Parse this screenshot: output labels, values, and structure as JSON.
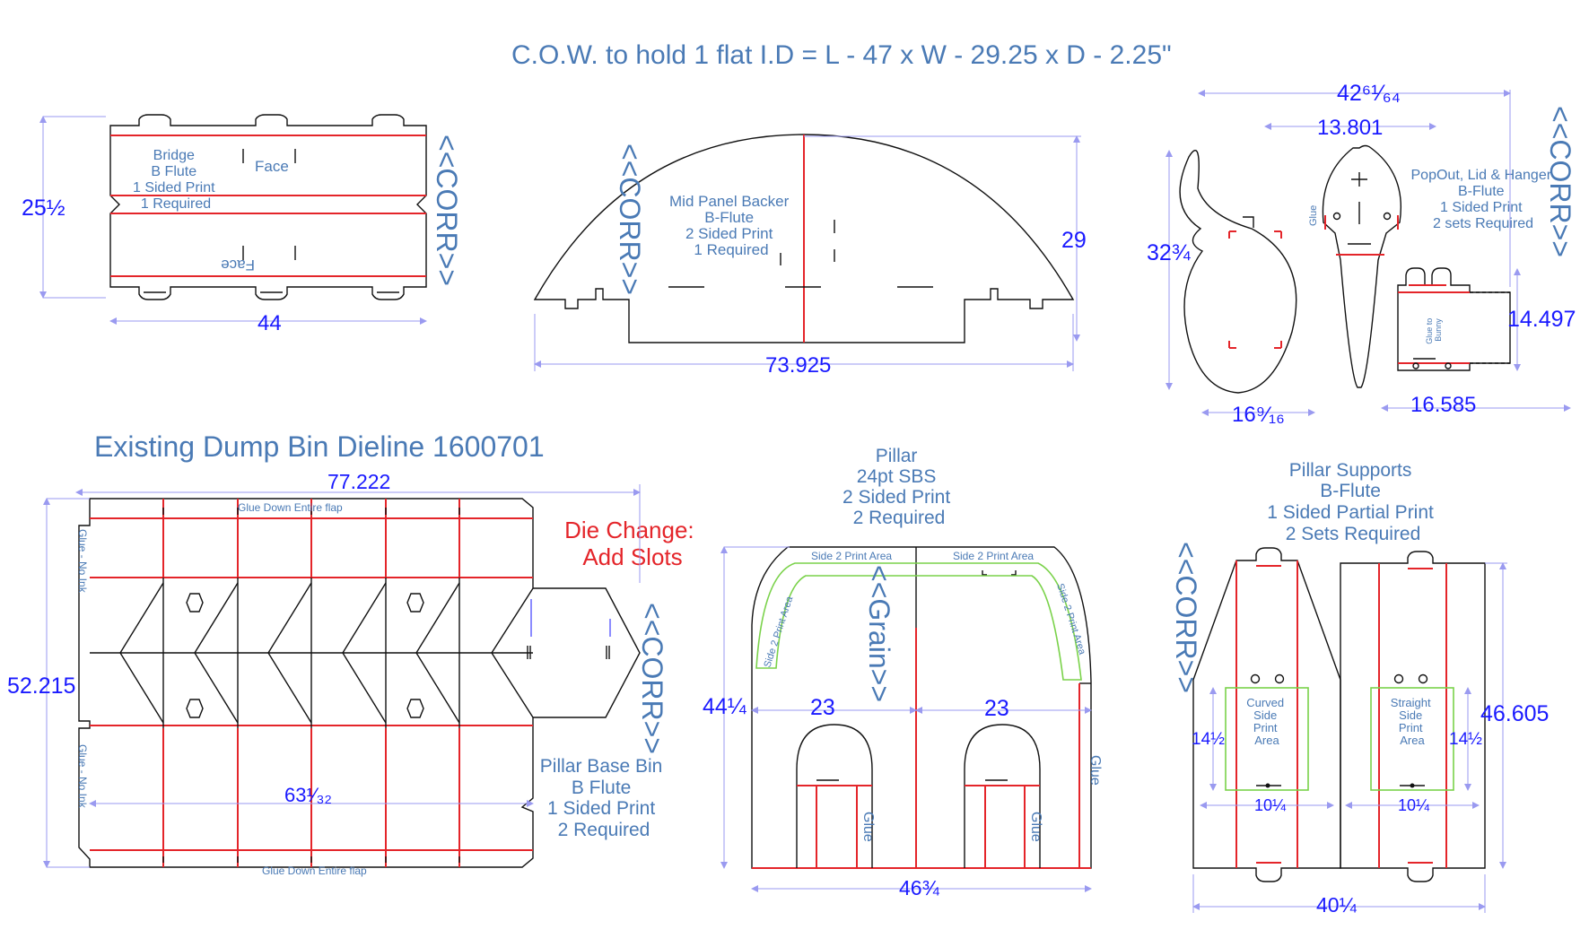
{
  "title": "C.O.W.  to hold 1 flat I.D = L - 47  x W - 29.25  x D - 2.25\"",
  "colors": {
    "label_blue": "#4a7ab5",
    "dimension_blue": "#1a1aff",
    "fold_red": "#e4252a",
    "print_green": "#7ad24a"
  },
  "bridge": {
    "label": [
      "Bridge",
      "B Flute",
      "1 Sided Print",
      "1 Required"
    ],
    "face_top": "Face",
    "face_bottom": "Face",
    "corr": "<<CORR>>",
    "dim_width": "44",
    "dim_height": "25½"
  },
  "mid_panel": {
    "label": [
      "Mid Panel Backer",
      "B-Flute",
      "2 Sided Print",
      "1 Required"
    ],
    "corr": "<<CORR>>",
    "dim_width": "73.925",
    "dim_height": "29"
  },
  "popout": {
    "label": [
      "PopOut, Lid & Hanger",
      "B-Flute",
      "1 Sided Print",
      "2 sets Required"
    ],
    "corr": "<<CORR>>",
    "glue": "Glue",
    "glue_to_bunny": [
      "Glue to",
      "Bunny"
    ],
    "dim_total_width": "42⁶¹⁄₆₄",
    "dim_lid_width": "13.801",
    "dim_bunny_height": "32¾",
    "dim_bunny_width": "16⁹⁄₁₆",
    "dim_hanger_height": "14.497",
    "dim_hanger_width": "16.585"
  },
  "dump_bin": {
    "title": "Existing Dump Bin Dieline 1600701",
    "glue_top": "Glue Down Entire flap",
    "glue_bottom": "Glue Down Entire flap",
    "glue_no_ink_top": "Glue - No Ink",
    "glue_no_ink_bottom": "Glue - No Ink",
    "die_change": [
      "Die Change:",
      "Add Slots"
    ],
    "corr": "<<CORR>>",
    "label": [
      "Pillar Base Bin",
      "B Flute",
      "1 Sided Print",
      "2 Required"
    ],
    "dim_width": "77.222",
    "dim_height": "52.215",
    "dim_inner": "63¹⁄₃₂"
  },
  "pillar": {
    "label": [
      "Pillar",
      "24pt SBS",
      "2 Sided Print",
      "2 Required"
    ],
    "print_area_1": "Side 2 Print Area",
    "print_area_2": "Side 2 Print Area",
    "print_area_left": "Side 2 Print Area",
    "print_area_right": "Side 2 Print Area",
    "grain": "<<Grain>>",
    "glue_left": "Glue",
    "glue_mid": "Glue",
    "glue_right": "Glue",
    "dim_left_23": "23",
    "dim_right_23": "23",
    "dim_height": "44¼",
    "dim_width": "46¾"
  },
  "pillar_supports": {
    "label": [
      "Pillar Supports",
      "B-Flute",
      "1 Sided Partial Print",
      "2 Sets Required"
    ],
    "corr": "<<CORR>>",
    "curved": [
      "Curved",
      "Side",
      "Print",
      "Area"
    ],
    "straight": [
      "Straight",
      "Side",
      "Print",
      "Area"
    ],
    "dim_left_14": "14½",
    "dim_right_14": "14½",
    "dim_left_10": "10¼",
    "dim_right_10": "10¼",
    "dim_height": "46.605",
    "dim_width": "40¼"
  }
}
